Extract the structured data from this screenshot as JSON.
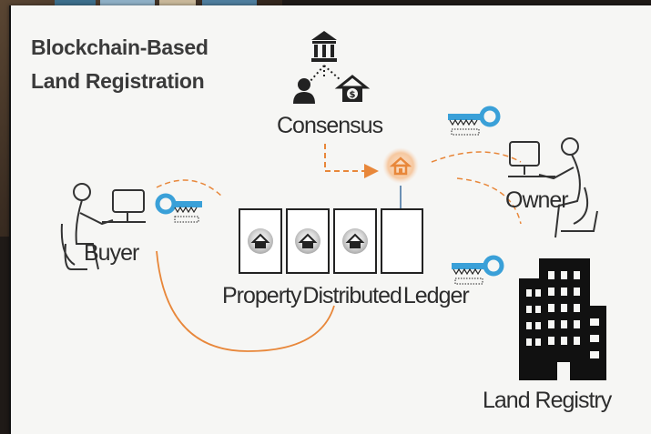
{
  "title": {
    "line1": "Blockchain-Based",
    "line2": "Land Registration"
  },
  "labels": {
    "consensus": "Consensus",
    "buyer": "Buyer",
    "owner": "Owner",
    "ledger": "Property Distributed  Ledger",
    "registry": "Land Registry"
  },
  "colors": {
    "accent_orange": "#e8873a",
    "key_blue": "#3aa0d8",
    "ink": "#2d2d2d"
  },
  "icons": [
    "bank-icon",
    "person-icon",
    "money-house-icon",
    "house-icon",
    "key-icon",
    "computer-user-icon",
    "building-icon"
  ]
}
